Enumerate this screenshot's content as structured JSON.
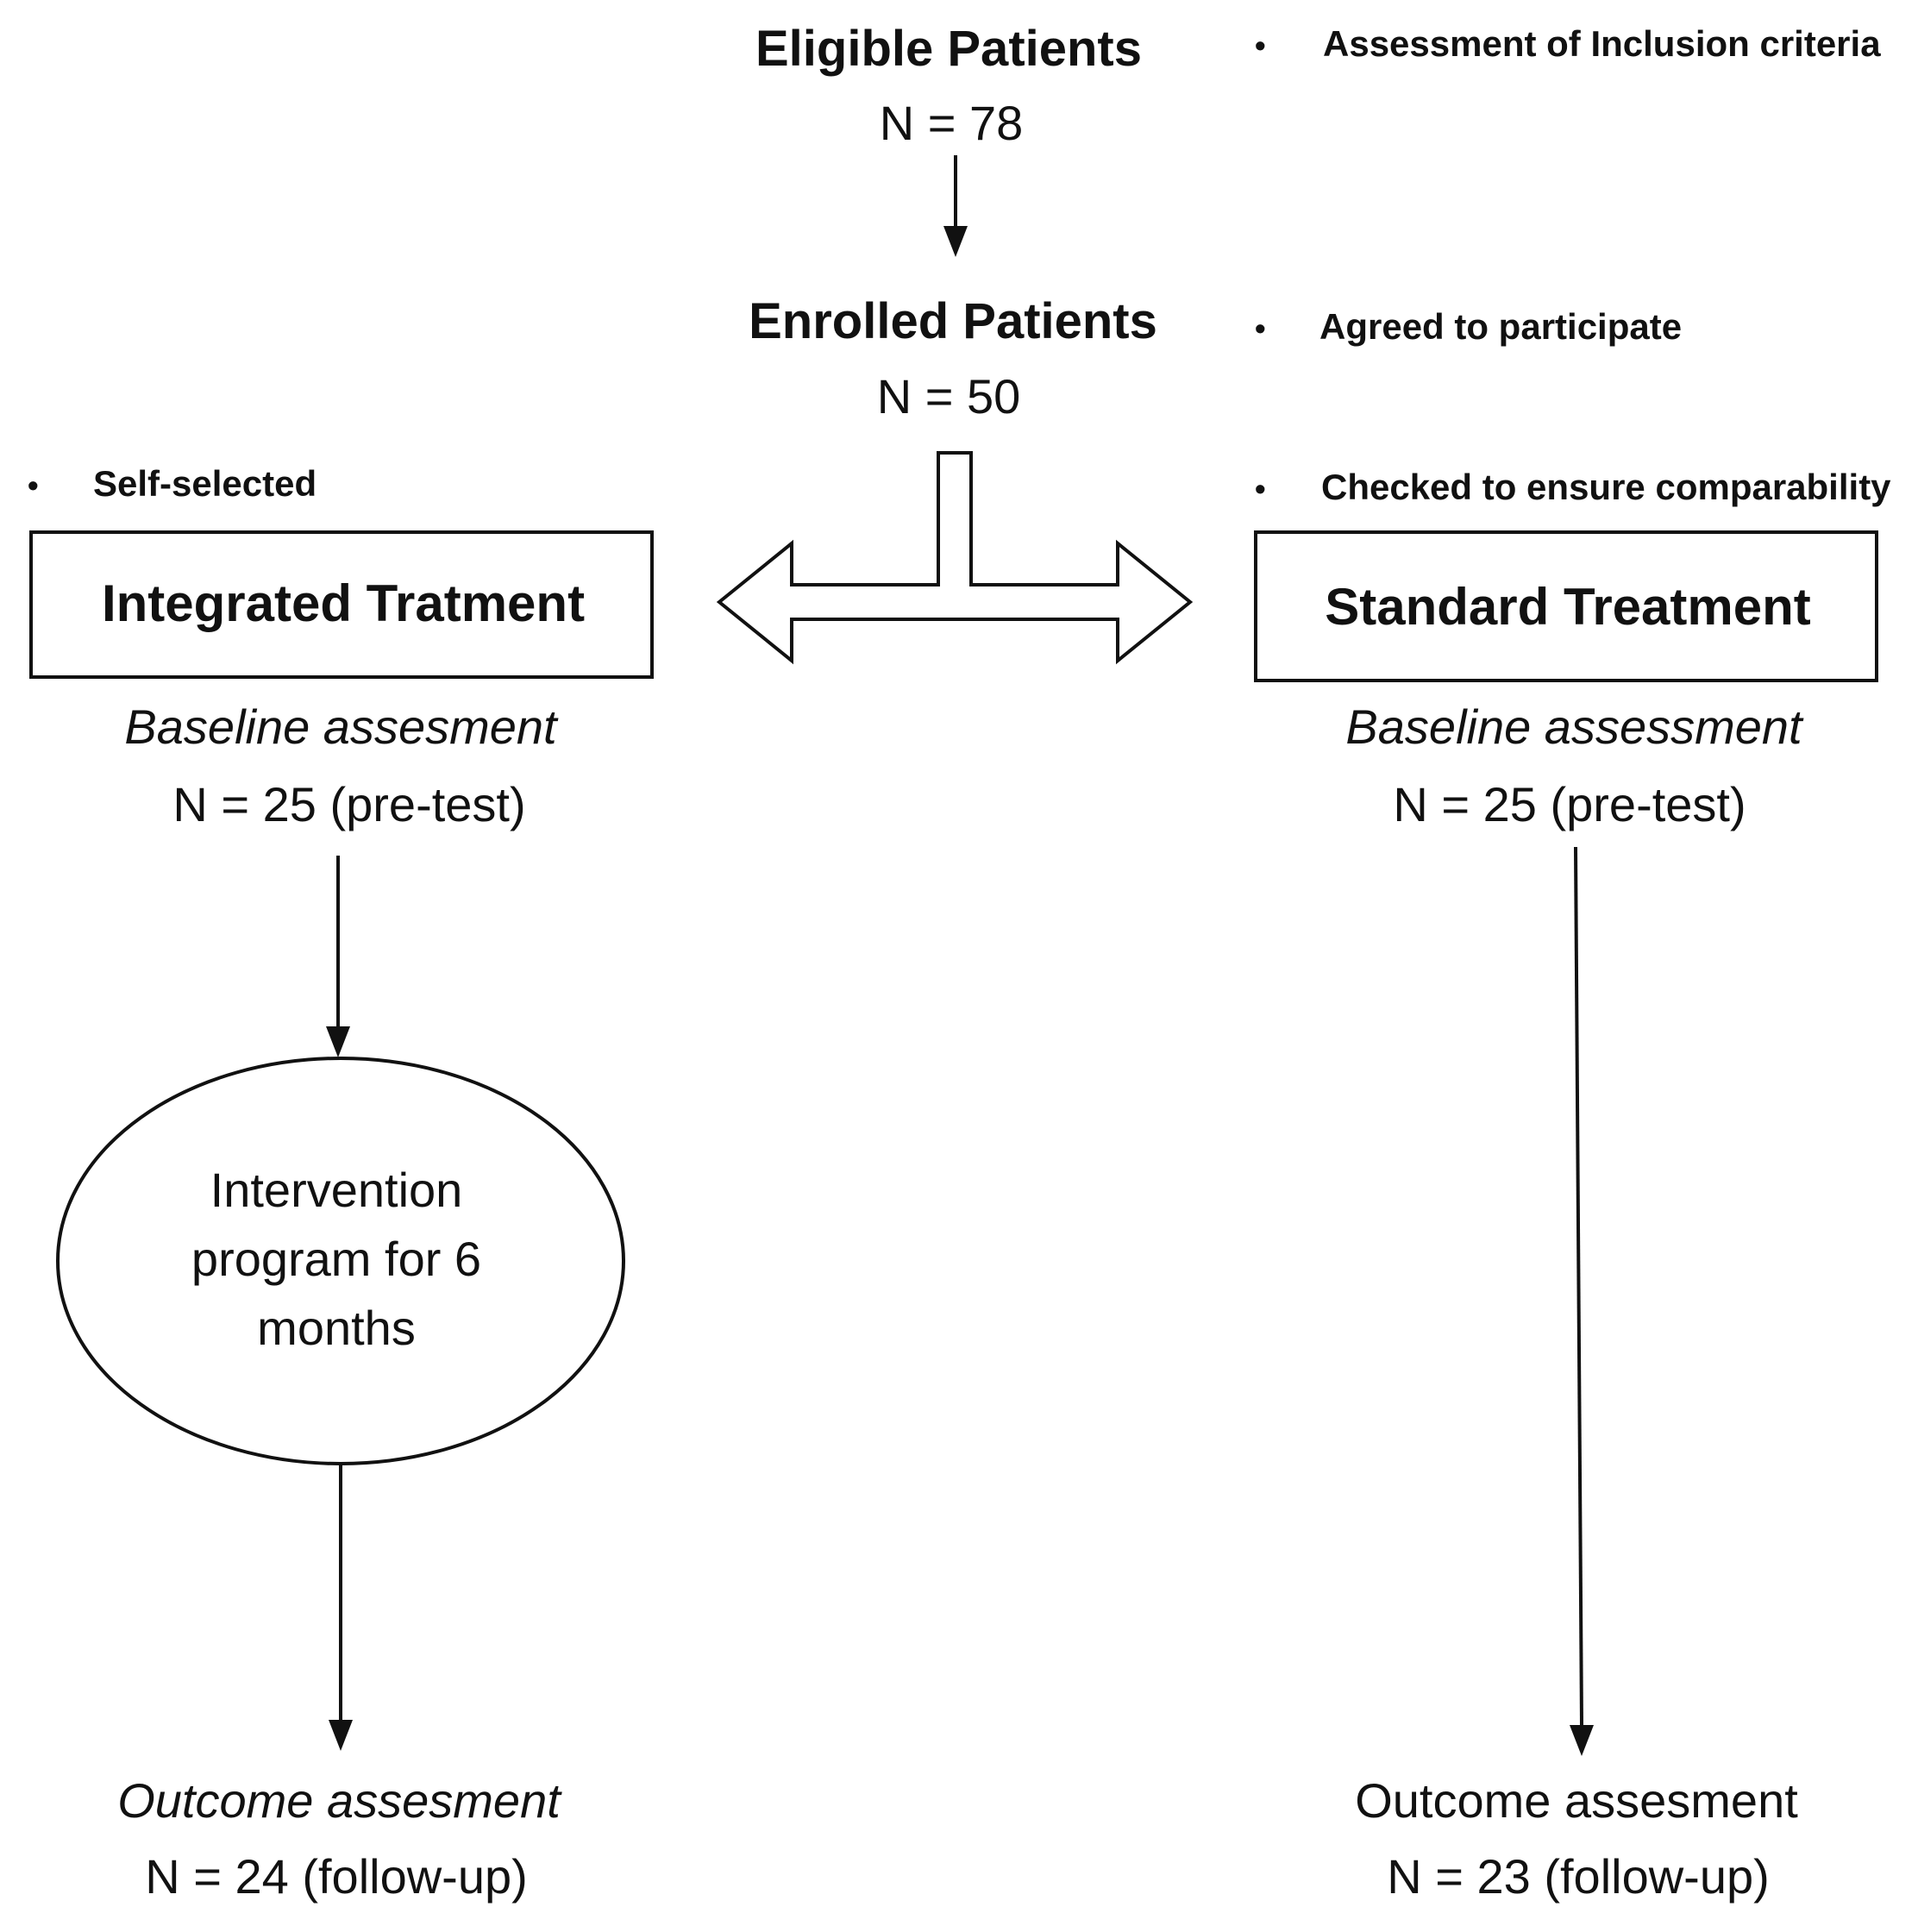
{
  "eligible": {
    "title": "Eligible Patients",
    "count": "N = 78",
    "note": "Assessment of Inclusion criteria"
  },
  "enrolled": {
    "title": "Enrolled Patients",
    "count": "N = 50",
    "note": "Agreed to participate"
  },
  "left_arm": {
    "note": "Self-selected",
    "box_label": "Integrated Tratment",
    "baseline_label": "Baseline assesment",
    "baseline_count": "N = 25 (pre-test)",
    "intervention": "Intervention program for 6 months",
    "outcome_label": "Outcome assesment",
    "outcome_count": "N = 24 (follow-up)"
  },
  "right_arm": {
    "note": "Checked to ensure comparability",
    "box_label": "Standard Treatment",
    "baseline_label": "Baseline assessment",
    "baseline_count": "N = 25 (pre-test)",
    "outcome_label": "Outcome assesment",
    "outcome_count": "N = 23 (follow-up)"
  },
  "bullet_symbol": "•"
}
